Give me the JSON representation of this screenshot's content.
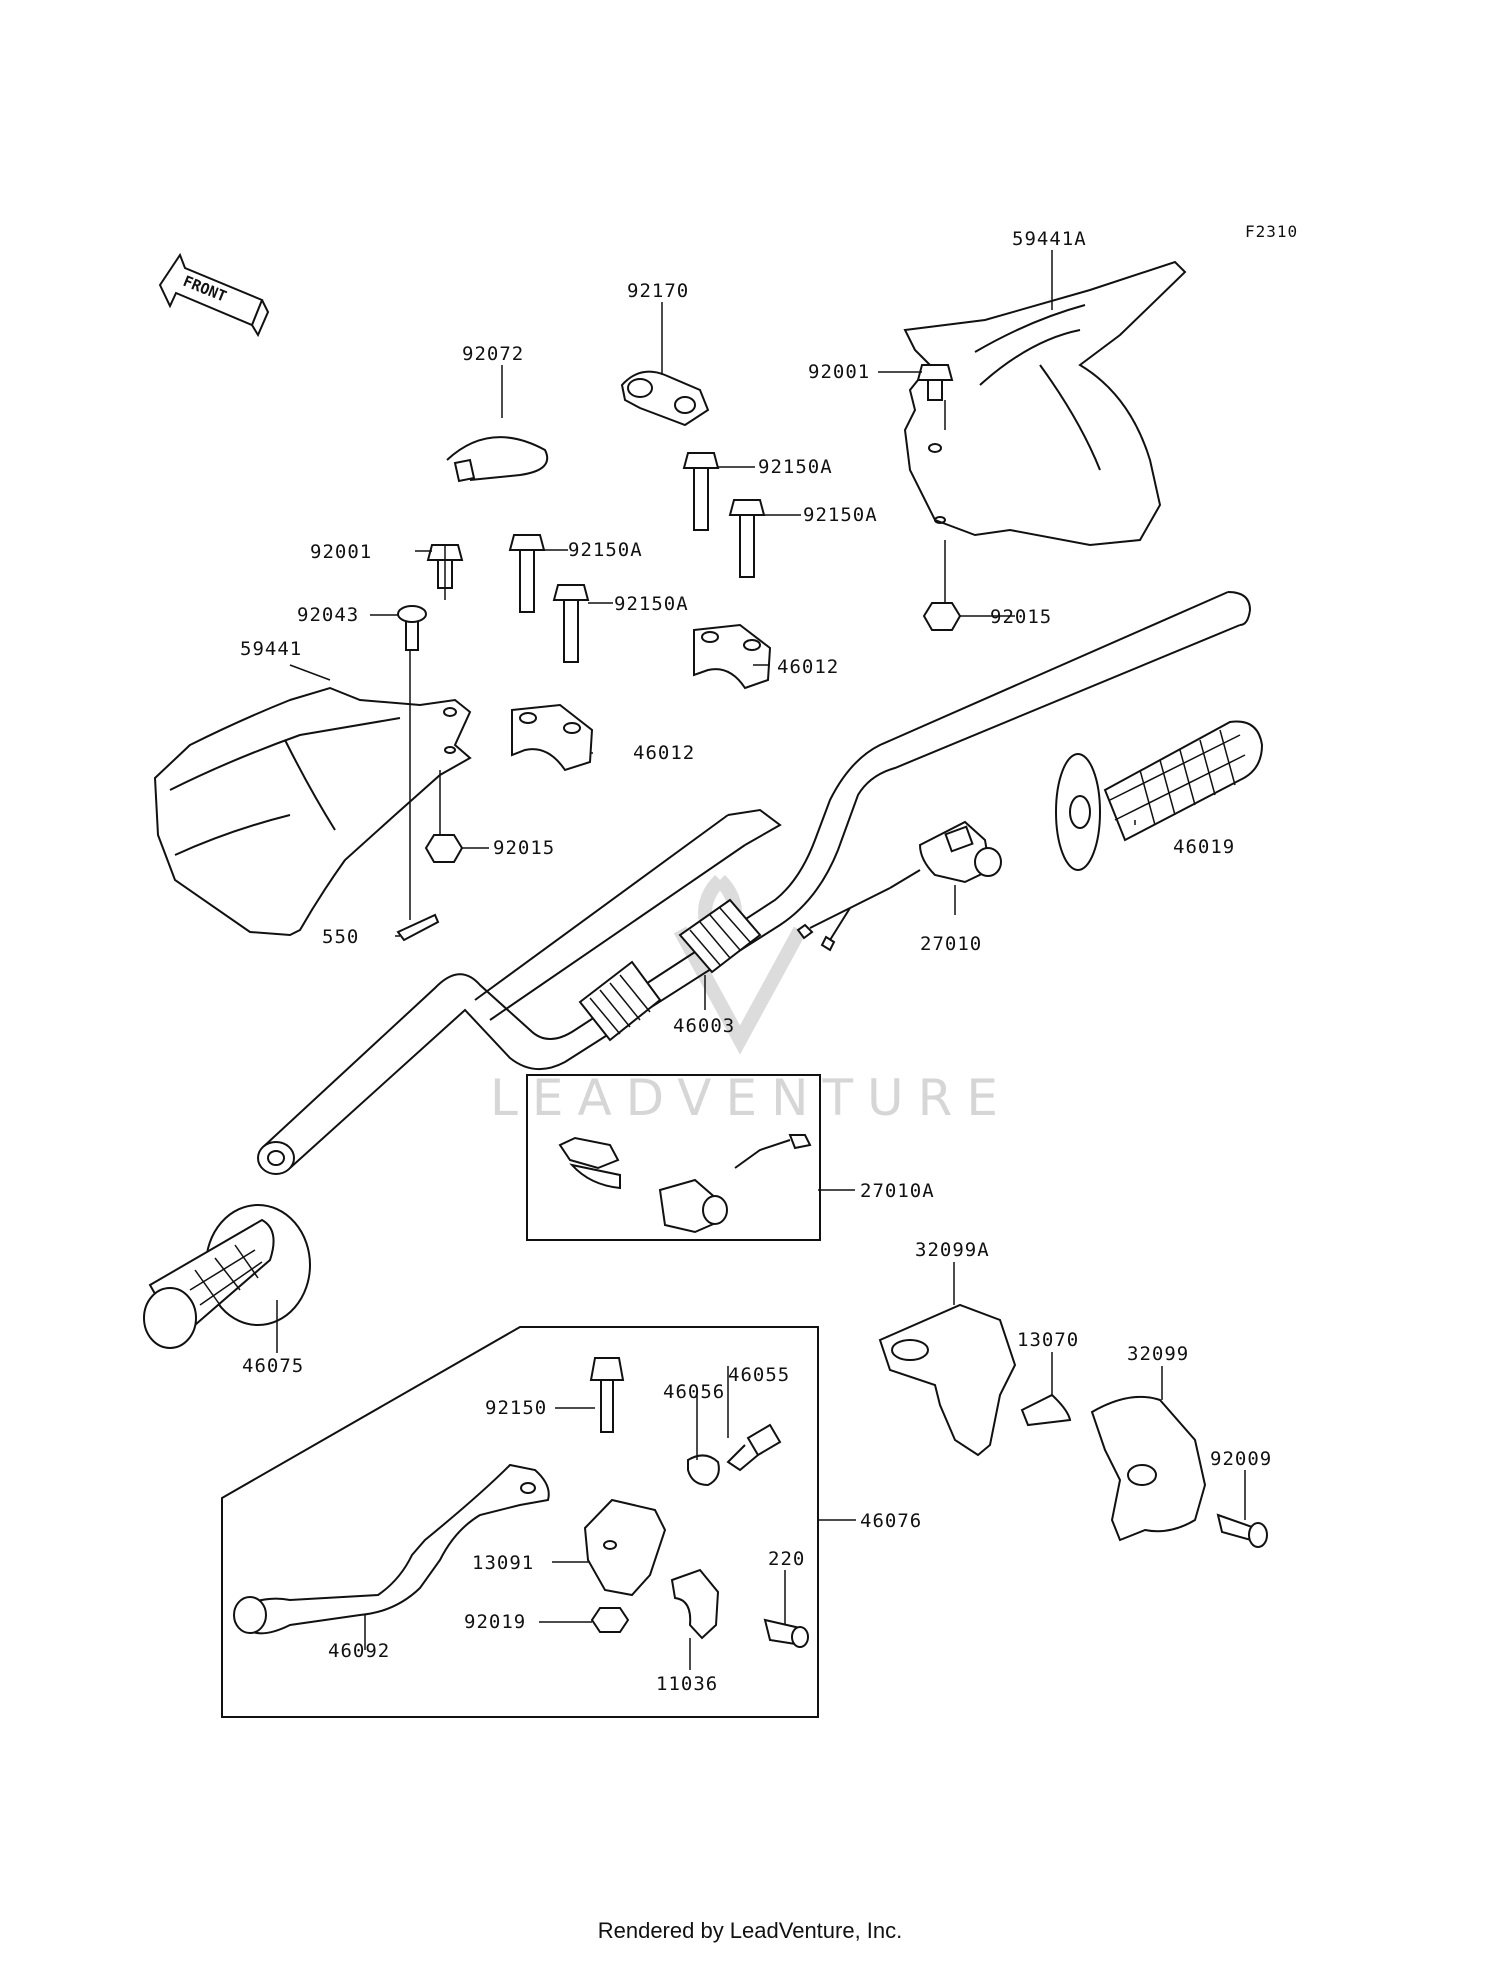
{
  "figure": {
    "code": "F2310",
    "front_label": "FRONT",
    "watermark": "LEADVENTURE"
  },
  "labels": [
    {
      "id": "l-59441A",
      "text": "59441A"
    },
    {
      "id": "l-92170",
      "text": "92170"
    },
    {
      "id": "l-92072",
      "text": "92072"
    },
    {
      "id": "l-92001-r",
      "text": "92001"
    },
    {
      "id": "l-92150A-1",
      "text": "92150A"
    },
    {
      "id": "l-92150A-2",
      "text": "92150A"
    },
    {
      "id": "l-92150A-3",
      "text": "92150A"
    },
    {
      "id": "l-92150A-4",
      "text": "92150A"
    },
    {
      "id": "l-92015-r",
      "text": "92015"
    },
    {
      "id": "l-92001-l",
      "text": "92001"
    },
    {
      "id": "l-92043",
      "text": "92043"
    },
    {
      "id": "l-59441",
      "text": "59441"
    },
    {
      "id": "l-46012-r",
      "text": "46012"
    },
    {
      "id": "l-46012-l",
      "text": "46012"
    },
    {
      "id": "l-92015-l",
      "text": "92015"
    },
    {
      "id": "l-46019",
      "text": "46019"
    },
    {
      "id": "l-550",
      "text": "550"
    },
    {
      "id": "l-27010",
      "text": "27010"
    },
    {
      "id": "l-46003",
      "text": "46003"
    },
    {
      "id": "l-27010A",
      "text": "27010A"
    },
    {
      "id": "l-32099A",
      "text": "32099A"
    },
    {
      "id": "l-46075",
      "text": "46075"
    },
    {
      "id": "l-13070",
      "text": "13070"
    },
    {
      "id": "l-32099",
      "text": "32099"
    },
    {
      "id": "l-46055",
      "text": "46055"
    },
    {
      "id": "l-46056",
      "text": "46056"
    },
    {
      "id": "l-92150",
      "text": "92150"
    },
    {
      "id": "l-92009",
      "text": "92009"
    },
    {
      "id": "l-46076",
      "text": "46076"
    },
    {
      "id": "l-220",
      "text": "220"
    },
    {
      "id": "l-13091",
      "text": "13091"
    },
    {
      "id": "l-92019",
      "text": "92019"
    },
    {
      "id": "l-46092",
      "text": "46092"
    },
    {
      "id": "l-11036",
      "text": "11036"
    }
  ],
  "footer": "Rendered by LeadVenture, Inc."
}
